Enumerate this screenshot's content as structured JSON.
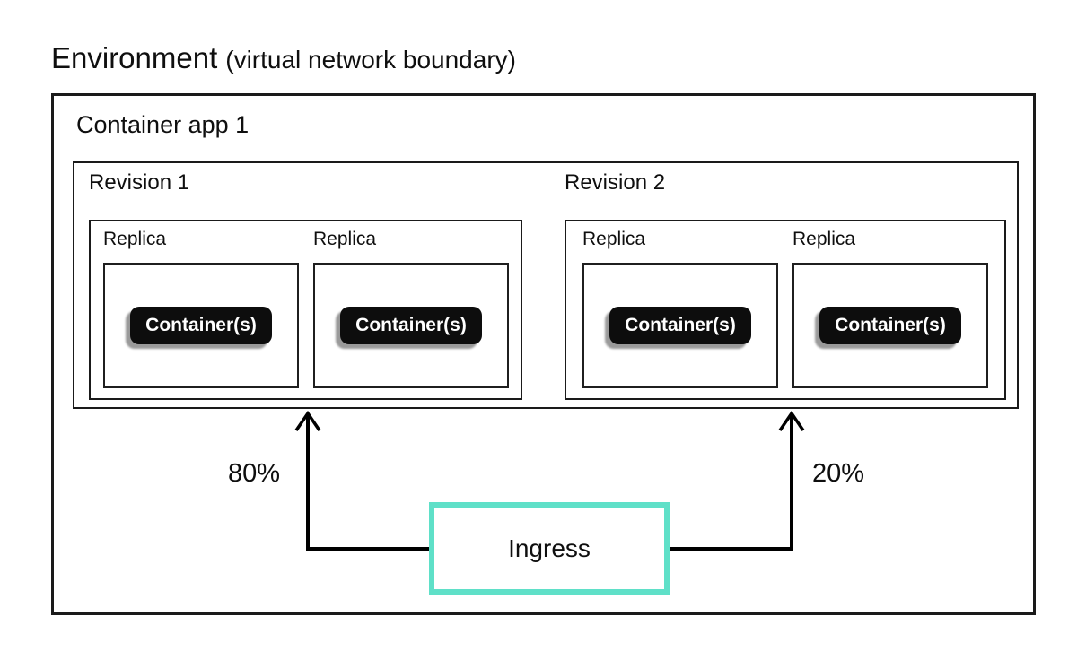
{
  "title": {
    "main": "Environment",
    "suffix": "(virtual network boundary)"
  },
  "container_app": {
    "label": "Container app 1"
  },
  "revisions": [
    {
      "label": "Revision 1",
      "traffic_share": "80%",
      "replicas": [
        {
          "label": "Replica",
          "container_label": "Container(s)"
        },
        {
          "label": "Replica",
          "container_label": "Container(s)"
        }
      ]
    },
    {
      "label": "Revision 2",
      "traffic_share": "20%",
      "replicas": [
        {
          "label": "Replica",
          "container_label": "Container(s)"
        },
        {
          "label": "Replica",
          "container_label": "Container(s)"
        }
      ]
    }
  ],
  "ingress": {
    "label": "Ingress"
  },
  "colors": {
    "ingress_border": "#5FE0C8",
    "arrow": "#000000",
    "box_border": "#1A1A1A",
    "container_pill_bg": "#0D0D0D",
    "container_pill_text": "#FFFFFF",
    "pill_shadow": "#999999"
  }
}
